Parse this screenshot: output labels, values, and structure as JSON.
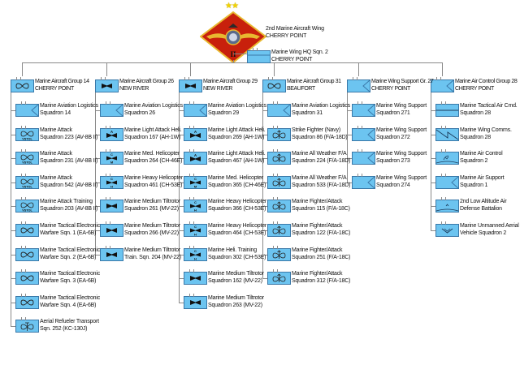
{
  "wing": {
    "name": "2nd Marine Aircraft Wing",
    "location": "CHERRY POINT",
    "rank_stars": "★★",
    "emblem_numeral": "II"
  },
  "hq": {
    "name": "Marine Wing HQ Sqn. 2",
    "location": "CHERRY POINT",
    "icon": "plain"
  },
  "colors": {
    "unit_fill": "#6cc4f0",
    "unit_border": "#3a78a8",
    "emblem_red": "#c8200c",
    "emblem_gold": "#e8b830",
    "lines": "#8a8a8a"
  },
  "groups": [
    {
      "name": "Marine Aircraft Group 14",
      "location": "CHERRY POINT",
      "icon": "infinity",
      "units": [
        {
          "l1": "Marine Aviation Logistics",
          "l2": "Squadron 14",
          "icon": "logistics"
        },
        {
          "l1": "Marine Attack",
          "l2": "Squadron 223 (AV-8B II)",
          "icon": "vstol"
        },
        {
          "l1": "Marine Attack",
          "l2": "Squadron 231 (AV-8B II)",
          "icon": "vstol"
        },
        {
          "l1": "Marine Attack",
          "l2": "Squadron 542 (AV-8B II)",
          "icon": "vstol"
        },
        {
          "l1": "Marine Attack Training",
          "l2": "Squadron 203 (AV-8B II)",
          "icon": "vstol"
        },
        {
          "l1": "Marine Tactical Electronic",
          "l2": "Warfare Sqn. 1  (EA-6B)",
          "icon": "infinity"
        },
        {
          "l1": "Marine Tactical Electronic",
          "l2": "Warfare Sqn. 2 (EA-6B)",
          "icon": "infinity"
        },
        {
          "l1": "Marine Tactical Electronic",
          "l2": "Warfare Sqn. 3 (EA-6B)",
          "icon": "infinity"
        },
        {
          "l1": "Marine Tactical Electronic",
          "l2": "Warfare Sqn. 4 (EA-6B)",
          "icon": "infinity"
        },
        {
          "l1": "Aerial Refueler Transport",
          "l2": "Sqn. 252 (KC-130J)",
          "icon": "refuel"
        }
      ]
    },
    {
      "name": "Marine Aircraft Group 26",
      "location": "NEW RIVER",
      "icon": "bowtie",
      "units": [
        {
          "l1": "Marine Aviation Logistics",
          "l2": "Squadron 26",
          "icon": "logistics"
        },
        {
          "l1": "Marine Light Attack Heli.",
          "l2": "Squadron 167 (AH-1W)",
          "icon": "bowtie-a"
        },
        {
          "l1": "Marine Med. Helicopter",
          "l2": "Squadron 264 (CH-46E)",
          "icon": "bowtie-cm"
        },
        {
          "l1": "Marine Heavy Helicopter",
          "l2": "Squadron 461 (CH-53E)",
          "icon": "bowtie-ch"
        },
        {
          "l1": "Marine Medium Tiltrotor",
          "l2": "Squadron 261 (MV-22)",
          "icon": "bowtie"
        },
        {
          "l1": "Marine Medium Tiltrotor",
          "l2": "Squadron 266 (MV-22)",
          "icon": "bowtie"
        },
        {
          "l1": "Marine Medium Tiltrotor",
          "l2": "Train. Sqn. 204 (MV-22)",
          "icon": "bowtie"
        }
      ]
    },
    {
      "name": "Marine Aircraft Group 29",
      "location": "NEW RIVER",
      "icon": "bowtie",
      "units": [
        {
          "l1": "Marine Aviation Logistics",
          "l2": "Squadron 29",
          "icon": "logistics"
        },
        {
          "l1": "Marine Light Attack Heli.",
          "l2": "Squadron 269 (AH-1W)",
          "icon": "bowtie-a"
        },
        {
          "l1": "Marine Light Attack Heli.",
          "l2": "Squadron 467 (AH-1W)",
          "icon": "bowtie-a"
        },
        {
          "l1": "Marine Med. Helicopter",
          "l2": "Squadron 365 (CH-46E)",
          "icon": "bowtie-cm"
        },
        {
          "l1": "Marine Heavy Helicopter",
          "l2": "Squadron 366 (CH-53E)",
          "icon": "bowtie-ch"
        },
        {
          "l1": "Marine Heavy Helicopter",
          "l2": "Squadron 464 (CH-53E)",
          "icon": "bowtie-ch"
        },
        {
          "l1": "Marine Heli. Training",
          "l2": "Squadron 302 (CH-53E)",
          "icon": "bowtie-ch"
        },
        {
          "l1": "Marine Medium Tiltrotor",
          "l2": "Squadron 162 (MV-22)",
          "icon": "bowtie"
        },
        {
          "l1": "Marine Medium Tiltrotor",
          "l2": "Squadron 263 (MV-22)",
          "icon": "bowtie"
        }
      ]
    },
    {
      "name": "Marine Aircraft Group 31",
      "location": "BEAUFORT",
      "icon": "infinity",
      "units": [
        {
          "l1": "Marine Aviation Logistics",
          "l2": "Squadron 31",
          "icon": "logistics"
        },
        {
          "l1": "Strike Fighter (Navy)",
          "l2": "Squadron 86 (F/A-18D)",
          "icon": "fighter"
        },
        {
          "l1": "Marine All Weather F/A",
          "l2": "Squadron 224 (F/A-18D)",
          "icon": "fighter"
        },
        {
          "l1": "Marine All Weather F/A",
          "l2": "Squadron 533 (F/A-18D)",
          "icon": "fighter"
        },
        {
          "l1": "Marine Fighter/Attack",
          "l2": "Squadron 115 (F/A-18C)",
          "icon": "fighter"
        },
        {
          "l1": "Marine Fighter/Attack",
          "l2": "Squadron 122 (F/A-18C)",
          "icon": "fighter"
        },
        {
          "l1": "Marine Fighter/Attack",
          "l2": "Squadron 251 (F/A-18C)",
          "icon": "fighter"
        },
        {
          "l1": "Marine Fighter/Attack",
          "l2": "Squadron 312 (F/A-18C)",
          "icon": "fighter"
        }
      ]
    },
    {
      "name": "Marine Wing Support Gr. 27",
      "location": "CHERRY POINT",
      "icon": "logistics",
      "units": [
        {
          "l1": "Marine Wing Support",
          "l2": "Squadron 271",
          "icon": "logistics"
        },
        {
          "l1": "Marine Wing Support",
          "l2": "Squadron 272",
          "icon": "logistics"
        },
        {
          "l1": "Marine Wing Support",
          "l2": "Squadron 273",
          "icon": "logistics"
        },
        {
          "l1": "Marine Wing Support",
          "l2": "Squadron 274",
          "icon": "logistics"
        }
      ]
    },
    {
      "name": "Marine Air Control Group 28",
      "location": "CHERRY POINT",
      "icon": "logistics",
      "units": [
        {
          "l1": "Marine Tactical Air Cmd.",
          "l2": "Squadron 28",
          "icon": "hline"
        },
        {
          "l1": "Marine Wing Comms.",
          "l2": "Squadron 28",
          "icon": "zigzag"
        },
        {
          "l1": "Marine Air Control",
          "l2": "Squadron 2",
          "icon": "radar"
        },
        {
          "l1": "Marine Air Support",
          "l2": "Squadron 1",
          "icon": "logistics"
        },
        {
          "l1": "2nd Low Altitude Air",
          "l2": "Defense Battalion",
          "icon": "ada"
        },
        {
          "l1": "Marine Unmanned Aerial",
          "l2": "Vehicle Squadron 2",
          "icon": "uav"
        }
      ]
    }
  ]
}
